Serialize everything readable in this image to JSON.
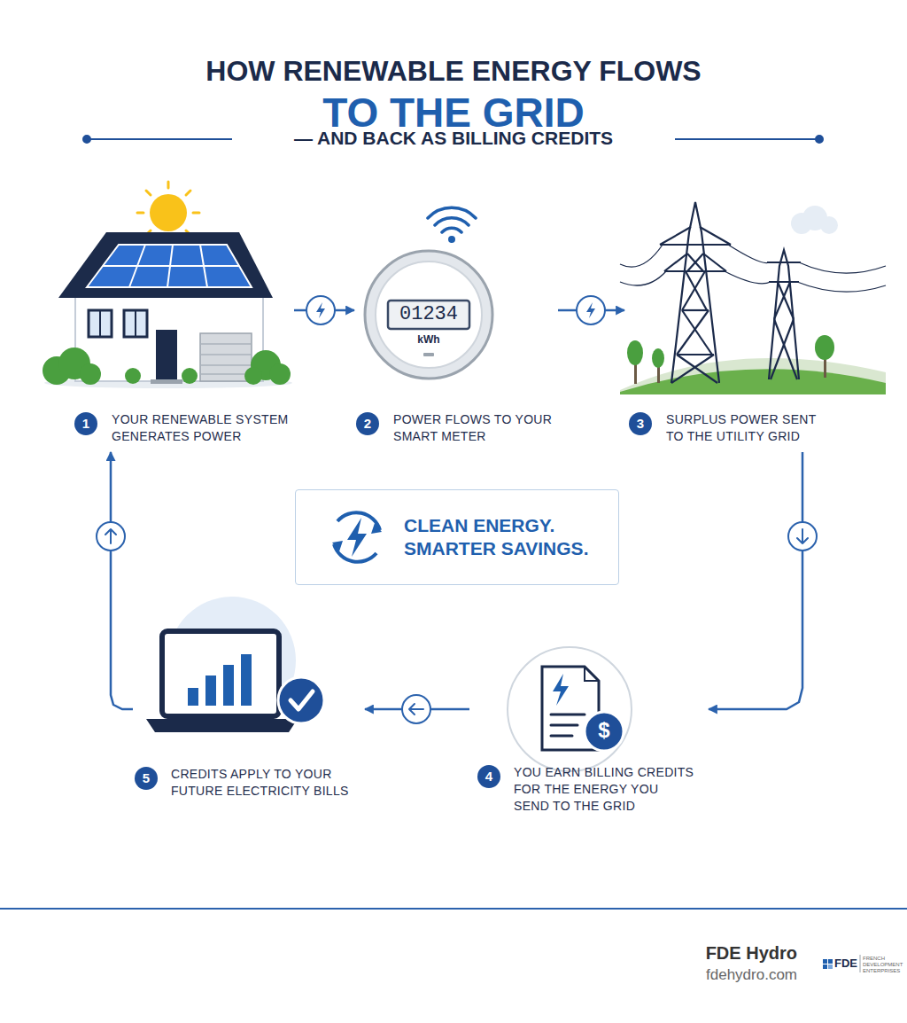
{
  "diagram": {
    "title": "HOW RENEWABLE ENERGY FLOWS TO THE GRID",
    "nodes": [
      {
        "text": [
          "1",
          "YOUR RENEWABLE SYSTEM GENERATES POWER"
        ]
      },
      {
        "text": [
          "2",
          "POWER FLOWS TO YOUR SMART METER"
        ]
      },
      {
        "text": [
          "3",
          "SURPLUS POWER SENT TO THE UTILITY GRID"
        ]
      },
      {
        "text": [
          "CLEAN ENERGY. SMARTER SAVINGS."
        ]
      },
      {
        "text": [
          "4",
          "YOU EARN BILLING CREDITS FOR THE ENERGY YOU SEND TO THE GRID"
        ]
      },
      {
        "text": [
          "5",
          "CREDITS APPLY TO YOUR FUTURE ELECTRICITY BILLS"
        ]
      }
    ],
    "edges": [
      {
        "from": 0,
        "to": 1,
        "arrow": "to"
      },
      {
        "from": 1,
        "to": 2,
        "arrow": "to"
      },
      {
        "from": 2,
        "to": 4,
        "arrow": "to"
      },
      {
        "from": 4,
        "to": 5,
        "arrow": "to"
      },
      {
        "from": 5,
        "to": 0,
        "arrow": "to"
      }
    ],
    "labels": [
      "— AND BACK AS BILLING CREDITS",
      "01234",
      "kWh",
      "$",
      "FDE Hydro",
      "fdehydro.com",
      "FDE",
      "FRENCH DEVELOPMENT ENTERPRISES"
    ]
  }
}
